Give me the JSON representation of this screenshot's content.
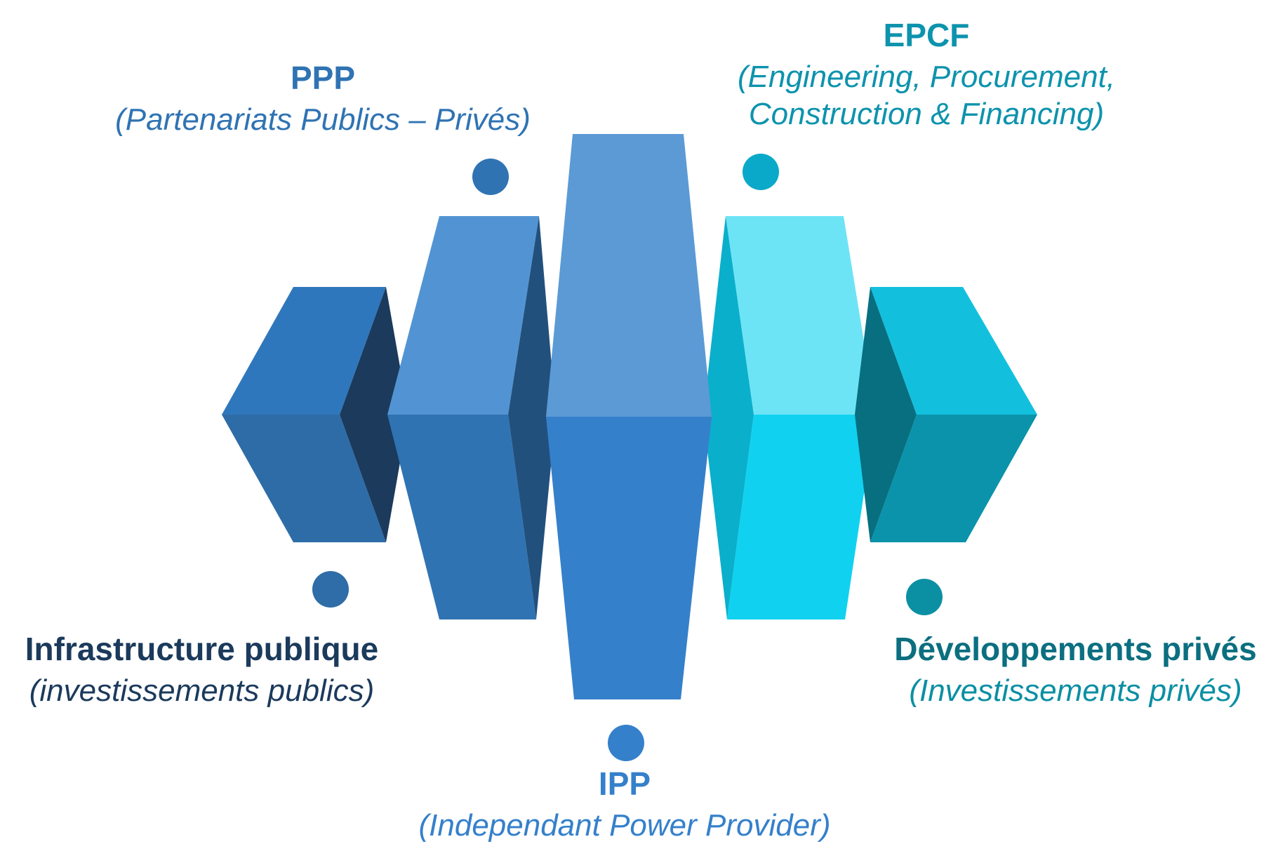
{
  "colors": {
    "public": "#2e6da8",
    "ppp": "#2f73b3",
    "ipp": "#3580cb",
    "epcf": "#0aa9c9",
    "private": "#0b8fa3",
    "dark_title": "#1b3a5c"
  },
  "categories": {
    "public": {
      "title": "Infrastructure publique",
      "subtitle": "(investissements publics)"
    },
    "ppp": {
      "title": "PPP",
      "subtitle": "(Partenariats Publics – Privés)"
    },
    "ipp": {
      "title": "IPP",
      "subtitle": "(Independant Power Provider)"
    },
    "epcf": {
      "title": "EPCF",
      "subtitle_line1": "(Engineering, Procurement,",
      "subtitle_line2": "Construction & Financing)"
    },
    "private": {
      "title": "Développements privés",
      "subtitle": "(Investissements privés)"
    }
  }
}
